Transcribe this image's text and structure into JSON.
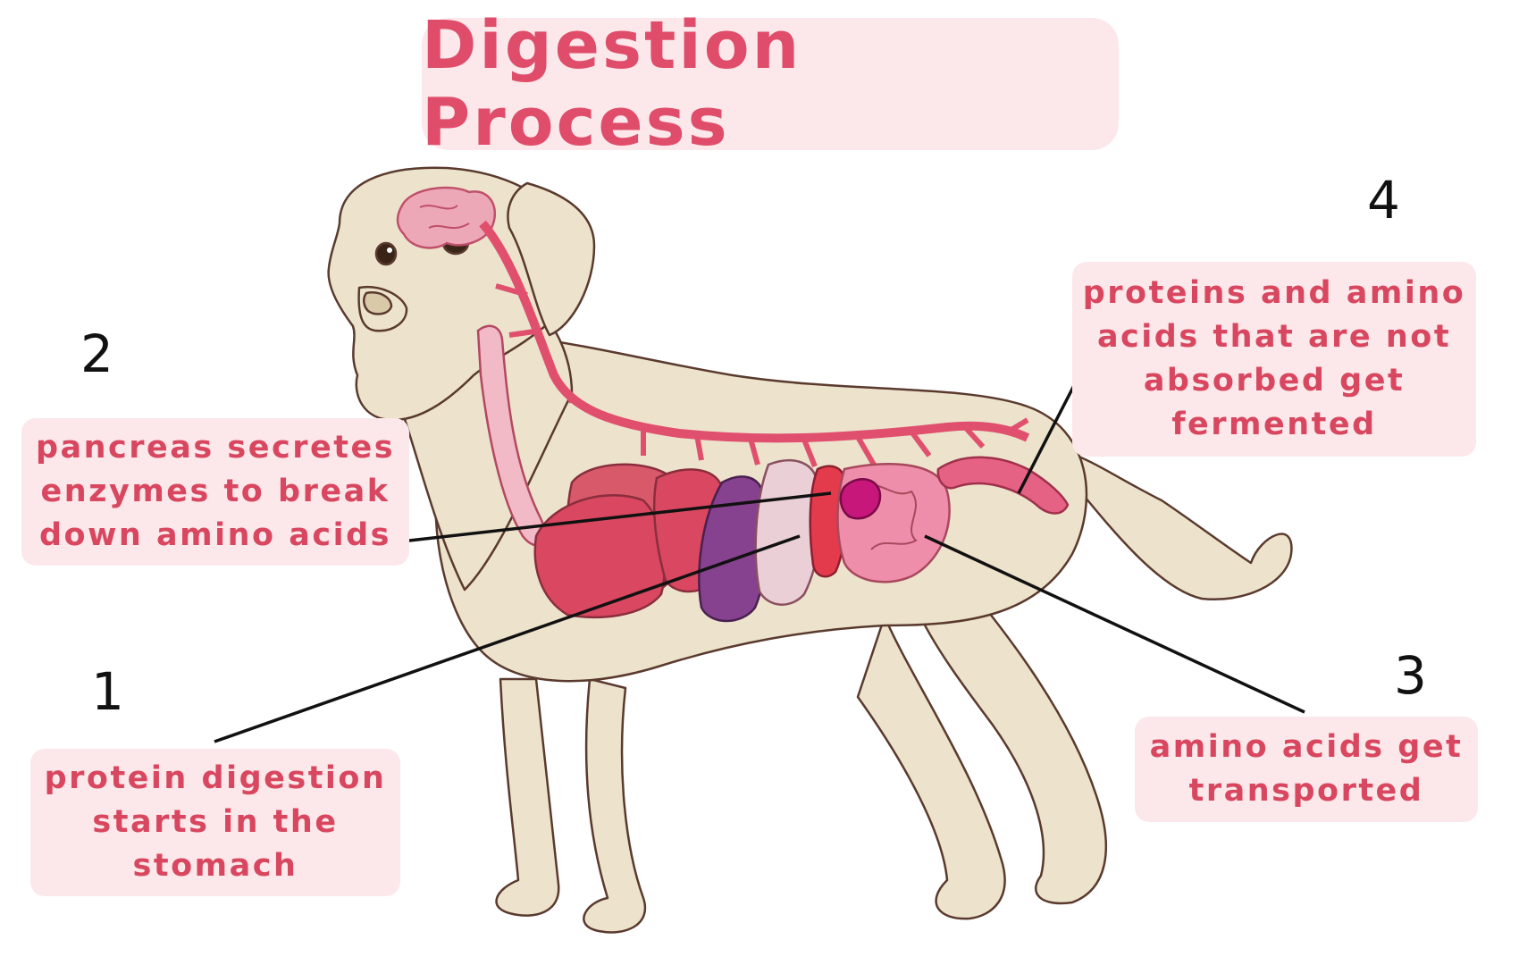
{
  "title": "Digestion Process",
  "colors": {
    "title_box": "#fce8ea",
    "title_text": "#e04d6a",
    "label_text": "#d8475f",
    "dog_fur": "#ede3cc",
    "outline": "#5a3a2e"
  },
  "steps": [
    {
      "number": "1",
      "text": "protein digestion\nstarts in the\nstomach"
    },
    {
      "number": "2",
      "text": "pancreas secretes\nenzymes to break\ndown amino acids"
    },
    {
      "number": "3",
      "text": "amino acids get\ntransported"
    },
    {
      "number": "4",
      "text": "proteins and amino\nacids that are not\nabsorbed get\nfermented"
    }
  ]
}
